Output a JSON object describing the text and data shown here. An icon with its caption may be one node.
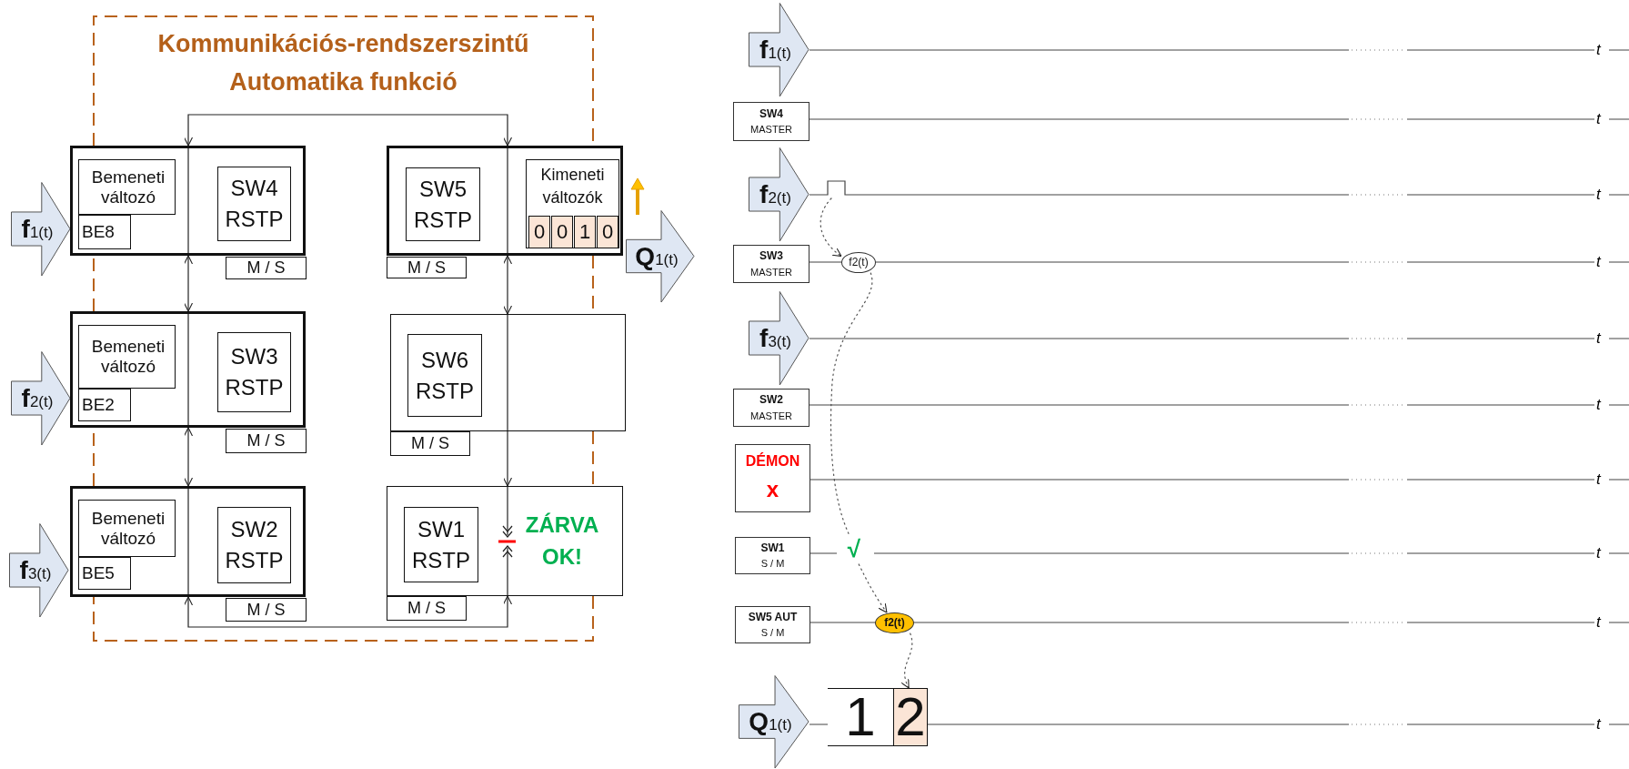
{
  "diagram": {
    "nodes": [
      {
        "text": [
          "Kommunikációs-rendszerszintű Automatika funkció"
        ]
      },
      {
        "text": [
          "**f**1(t)"
        ]
      },
      {
        "text": [],
        "shape": "box"
      },
      {
        "text": [
          "Bemeneti változó"
        ],
        "in": 2
      },
      {
        "text": [
          "BE8"
        ],
        "in": 2
      },
      {
        "text": [
          "SW4 RSTP"
        ],
        "in": 2
      },
      {
        "text": [
          "M / S"
        ]
      },
      {
        "text": [],
        "shape": "box"
      },
      {
        "text": [
          "SW5 RSTP"
        ],
        "in": 7
      },
      {
        "text": [
          "Kimeneti változók"
        ],
        "in": 7
      },
      {
        "text": [
          "0"
        ],
        "in": 9
      },
      {
        "text": [
          "0"
        ],
        "in": 9
      },
      {
        "text": [
          "1"
        ],
        "in": 9
      },
      {
        "text": [
          "0"
        ],
        "in": 9
      },
      {
        "text": [
          "M / S"
        ]
      },
      {
        "text": [
          "**Q**1(t)"
        ]
      },
      {
        "text": [
          "**f**2(t)"
        ]
      },
      {
        "text": [],
        "shape": "box"
      },
      {
        "text": [
          "Bemeneti változó"
        ],
        "in": 17
      },
      {
        "text": [
          "BE2"
        ],
        "in": 17
      },
      {
        "text": [
          "SW3 RSTP"
        ],
        "in": 17
      },
      {
        "text": [
          "M / S"
        ]
      },
      {
        "text": [],
        "shape": "box"
      },
      {
        "text": [
          "SW6 RSTP"
        ],
        "in": 22
      },
      {
        "text": [
          "M / S"
        ]
      },
      {
        "text": [
          "**f**3(t)"
        ]
      },
      {
        "text": [],
        "shape": "box"
      },
      {
        "text": [
          "Bemeneti változó"
        ],
        "in": 26
      },
      {
        "text": [
          "BE5"
        ],
        "in": 26
      },
      {
        "text": [
          "SW2 RSTP"
        ],
        "in": 26
      },
      {
        "text": [
          "M / S"
        ]
      },
      {
        "text": [
          "ZÁRVA OK!"
        ]
      },
      {
        "text": [
          "SW1 RSTP"
        ],
        "in": 31
      },
      {
        "text": [
          "M / S"
        ]
      },
      {
        "text": [
          "**f**1(t)"
        ]
      },
      {
        "text": [
          "SW4",
          "MASTER"
        ]
      },
      {
        "text": [
          "**f**2(t)"
        ]
      },
      {
        "text": [
          "SW3",
          "MASTER"
        ]
      },
      {
        "text": [
          "**f**3(t)"
        ]
      },
      {
        "text": [
          "SW2",
          "MASTER"
        ]
      },
      {
        "text": [
          "DÉMON",
          "x"
        ]
      },
      {
        "text": [
          "SW1",
          "S / M"
        ]
      },
      {
        "text": [
          "SW5 AUT",
          "S / M"
        ]
      },
      {
        "text": [
          "**Q**1(t)"
        ]
      },
      {
        "text": [
          "f2(t)"
        ]
      },
      {
        "text": [
          "√"
        ]
      },
      {
        "text": [
          "f2(t)"
        ]
      },
      {
        "text": [
          "1"
        ]
      },
      {
        "text": [
          "2"
        ]
      }
    ],
    "edges": [
      {
        "from": 2,
        "to": 17,
        "arrow": "both"
      },
      {
        "from": 17,
        "to": 26,
        "arrow": "both"
      },
      {
        "from": 26,
        "to": 31,
        "arrow": "both"
      },
      {
        "from": 22,
        "to": 31,
        "arrow": "to"
      },
      {
        "from": 22,
        "to": 7,
        "arrow": "both"
      },
      {
        "from": 7,
        "to": 2,
        "arrow": "both"
      },
      {
        "from": null,
        "to": 44,
        "arrow": "to",
        "style": "dashed"
      },
      {
        "from": 44,
        "to": 45,
        "arrow": "none",
        "style": "dashed"
      },
      {
        "from": 45,
        "to": 46,
        "arrow": "to",
        "style": "dashed"
      },
      {
        "from": 46,
        "to": 48,
        "arrow": "to",
        "style": "dashed"
      }
    ],
    "labels": [
      "t",
      "t",
      "t",
      "t",
      "t",
      "t",
      "t",
      "t",
      "t",
      "t"
    ]
  }
}
